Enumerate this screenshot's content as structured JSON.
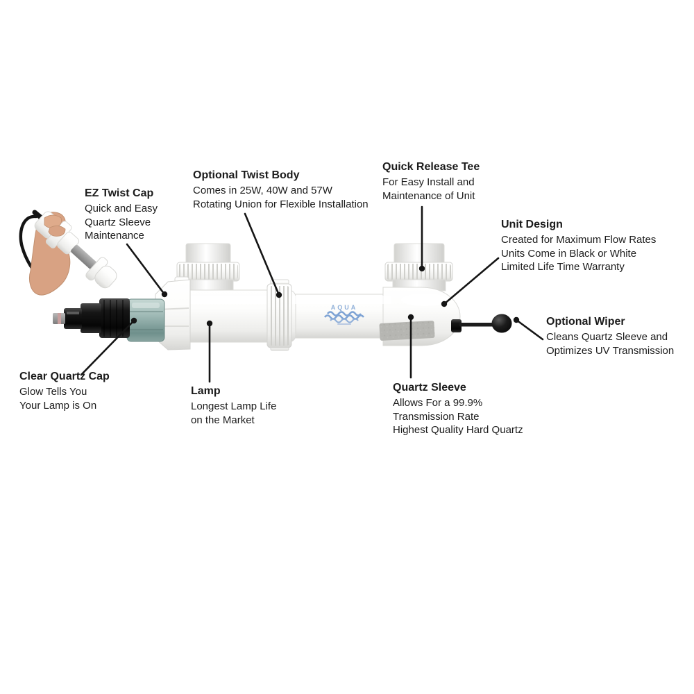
{
  "page": {
    "background": "#ffffff"
  },
  "logo": {
    "text": "AQUA",
    "color": "#8fafd9"
  },
  "illustration": {
    "name": "aqua-uv-sterilizer-unit",
    "body_color": "#ffffff",
    "shade_color": "#d8d8d5",
    "black_cap_color": "#1d1d1d",
    "quartz_cap_color": "#9db8b4",
    "wiper_color": "#1a1a1a",
    "label_patch_color": "#b6b6b2",
    "leader_line_color": "#151515",
    "hand_skin_color": "#d8a283"
  },
  "callouts": {
    "ez_twist_cap": {
      "title": "EZ Twist Cap",
      "lines": [
        "Quick and Easy",
        "Quartz Sleeve",
        "Maintenance"
      ]
    },
    "optional_twist_body": {
      "title": "Optional Twist Body",
      "lines": [
        "Comes in 25W, 40W and 57W",
        "Rotating Union for Flexible Installation"
      ]
    },
    "quick_release_tee": {
      "title": "Quick Release Tee",
      "lines": [
        "For Easy Install and",
        "Maintenance of Unit"
      ]
    },
    "unit_design": {
      "title": "Unit Design",
      "lines": [
        "Created for Maximum Flow Rates",
        "Units Come in Black or White",
        "Limited Life Time Warranty"
      ]
    },
    "optional_wiper": {
      "title": "Optional Wiper",
      "lines": [
        "Cleans Quartz Sleeve and",
        "Optimizes UV Transmission"
      ]
    },
    "clear_quartz_cap": {
      "title": "Clear Quartz Cap",
      "lines": [
        "Glow Tells You",
        "Your Lamp is On"
      ]
    },
    "lamp": {
      "title": "Lamp",
      "lines": [
        "Longest Lamp Life",
        "on the Market"
      ]
    },
    "quartz_sleeve": {
      "title": "Quartz Sleeve",
      "lines": [
        "Allows For a 99.9%",
        "Transmission Rate",
        "Highest Quality Hard Quartz"
      ]
    }
  }
}
